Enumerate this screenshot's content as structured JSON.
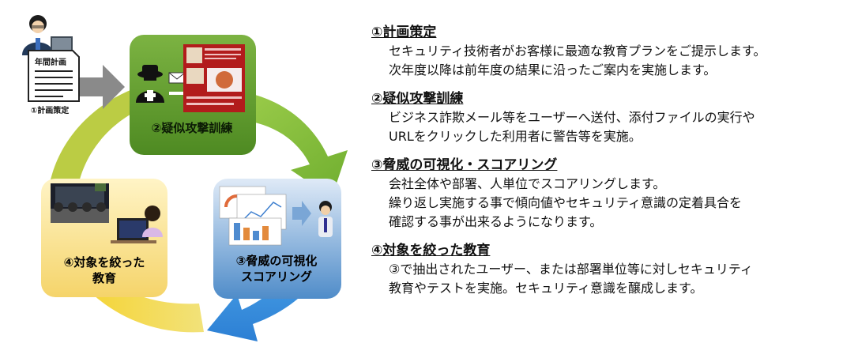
{
  "diagram": {
    "plan_caption": "①計画策定",
    "plan_doc_label": "年間計画",
    "box_green_label": "②疑似攻撃訓練",
    "box_yellow_label": "④対象を絞った\n教育",
    "box_blue_label": "③脅威の可視化\nスコアリング",
    "colors": {
      "green": "#5e9a2e",
      "yellow": "#f5d871",
      "blue": "#5f99d1",
      "arrow_green": "#8cc63e",
      "arrow_yellow": "#f1c40f",
      "arrow_blue": "#2e8fe0"
    }
  },
  "steps": [
    {
      "title": "①計画策定",
      "lines": [
        "セキュリティ技術者がお客様に最適な教育プランをご提示します。",
        "次年度以降は前年度の結果に沿ったご案内を実施します。"
      ]
    },
    {
      "title": "②疑似攻撃訓練",
      "lines": [
        "ビジネス詐欺メール等をユーザーへ送付、添付ファイルの実行や",
        "URLをクリックした利用者に警告等を実施。"
      ]
    },
    {
      "title": "③脅威の可視化・スコアリング",
      "lines": [
        "会社全体や部署、人単位でスコアリングします。",
        "繰り返し実施する事で傾向値やセキュリティ意識の定着具合を",
        "確認する事が出来るようになります。"
      ]
    },
    {
      "title": "④対象を絞った教育",
      "lines": [
        "③で抽出されたユーザー、または部署単位等に対しセキュリティ",
        "教育やテストを実施。セキュリティ意識を醸成します。"
      ]
    }
  ]
}
